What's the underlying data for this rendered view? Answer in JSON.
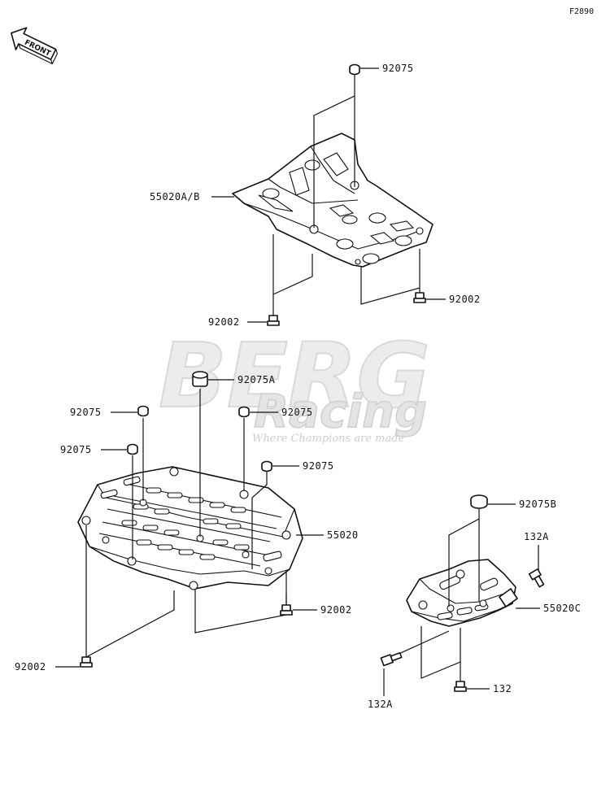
{
  "diagram_code": "F2890",
  "front_label": "FRONT",
  "watermark": {
    "brand": "BERG",
    "sub": "Racing",
    "tagline": "Where Champions are made"
  },
  "labels": {
    "top_nut": "92075",
    "top_plate": "55020A/B",
    "top_bolt_right": "92002",
    "top_bolt_left": "92002",
    "collar_a": "92075A",
    "mid_nut_left_upper": "92075",
    "mid_nut_center": "92075",
    "mid_nut_left_lower": "92075",
    "mid_nut_right": "92075",
    "main_plate": "55020",
    "main_bolt_right": "92002",
    "main_bolt_left": "92002",
    "cap_b": "92075B",
    "small_bolt_upper": "132A",
    "small_plate": "55020C",
    "small_bolt_right": "132",
    "small_bolt_lower": "132A"
  }
}
